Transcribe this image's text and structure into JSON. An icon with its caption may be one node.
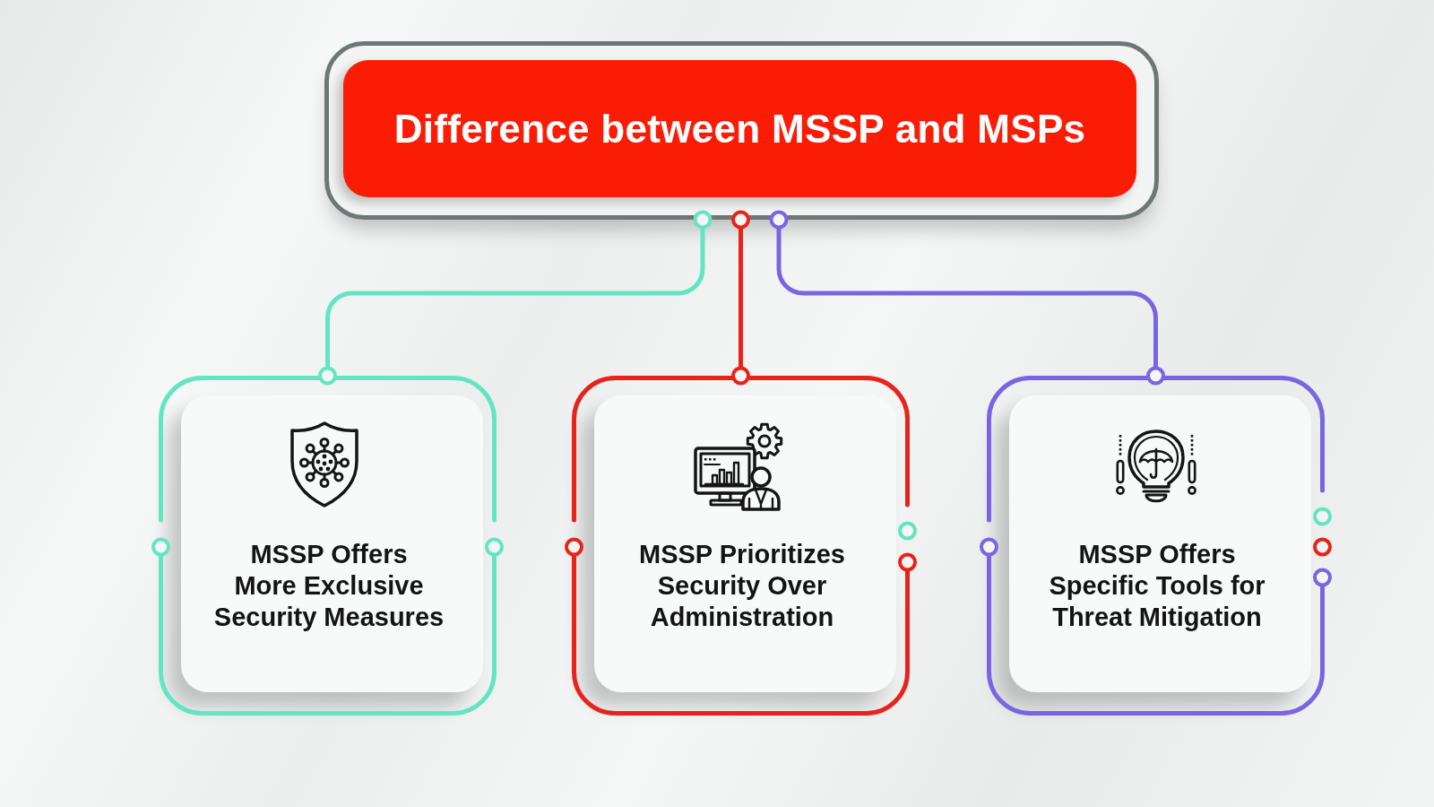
{
  "diagram": {
    "nodes": [
      {
        "text": [
          "Difference between MSSP and MSPs"
        ]
      },
      {
        "text": [
          "MSSP Offers More Exclusive Security Measures"
        ]
      },
      {
        "text": [
          "MSSP Prioritizes Security Over Administration"
        ]
      },
      {
        "text": [
          "MSSP Offers Specific Tools for Threat Mitigation"
        ]
      }
    ],
    "edges": [
      {
        "from": 0,
        "to": 1,
        "arrow": "other",
        "color": "#63e6c0"
      },
      {
        "from": 0,
        "to": 2,
        "arrow": "other",
        "color": "#e8231b"
      },
      {
        "from": 0,
        "to": 3,
        "arrow": "other",
        "color": "#7a64e2"
      }
    ]
  }
}
